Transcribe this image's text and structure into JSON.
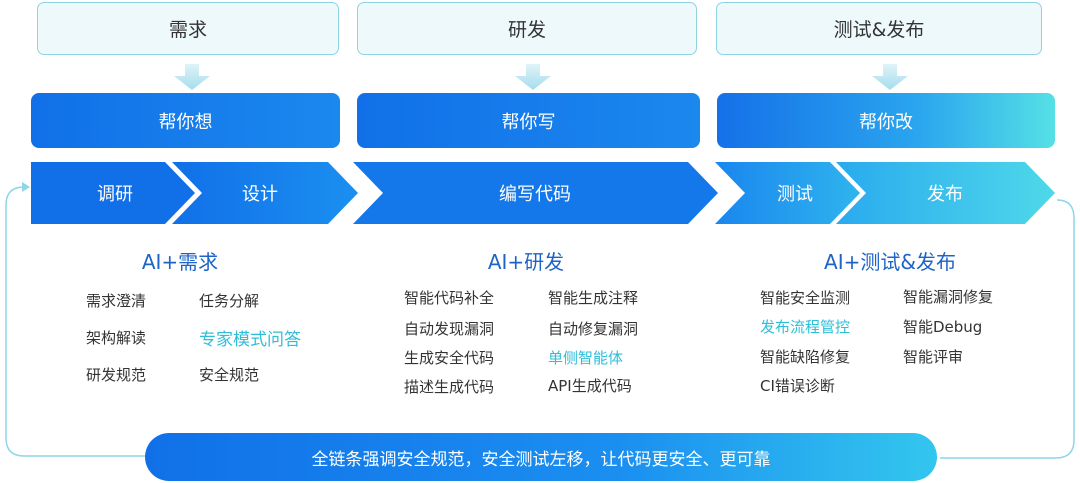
{
  "stages": [
    "需求",
    "研发",
    "测试&发布"
  ],
  "helpers": [
    "帮你想",
    "帮你写",
    "帮你改"
  ],
  "steps": [
    "调研",
    "设计",
    "编写代码",
    "测试",
    "发布"
  ],
  "columns": [
    {
      "title": "AI+需求",
      "items": [
        "需求澄清",
        "任务分解",
        "架构解读",
        "专家模式问答",
        "研发规范",
        "安全规范"
      ]
    },
    {
      "title": "AI+研发",
      "items": [
        "智能代码补全",
        "智能生成注释",
        "自动发现漏洞",
        "自动修复漏洞",
        "生成安全代码",
        "单侧智能体",
        "描述生成代码",
        "API生成代码"
      ]
    },
    {
      "title": "AI+测试&发布",
      "items": [
        "智能安全监测",
        "智能漏洞修复",
        "发布流程管控",
        "智能Debug",
        "智能缺陷修复",
        "智能评审",
        "CI错误诊断"
      ]
    }
  ],
  "footer": "全链条强调安全规范，安全测试左移，让代码更安全、更可靠",
  "colors": {
    "primary": "#1170e8",
    "accent": "#2dbfd8",
    "title": "#1e64c8"
  }
}
